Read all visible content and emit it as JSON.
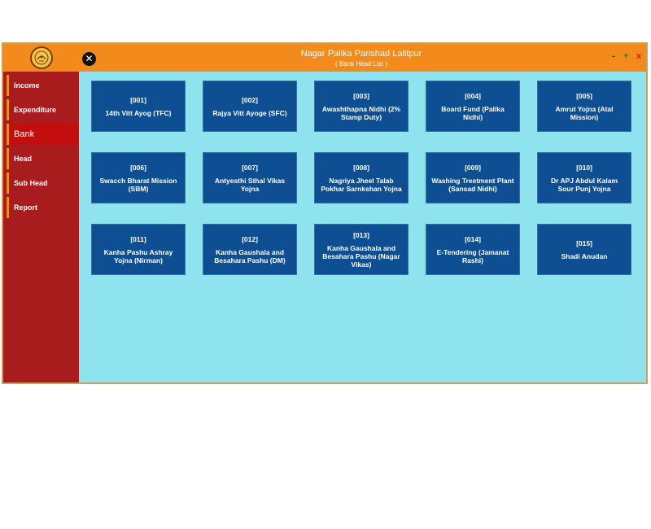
{
  "window": {
    "title": "Nagar Palika Parishad Lalitpur",
    "subtitle": "( Bank Head List )",
    "close_symbol": "✕",
    "controls": {
      "minimize": "-",
      "maximize": "+",
      "close": "x"
    },
    "logo_icon": "state-emblem-icon"
  },
  "colors": {
    "titlebar": "#f28a1c",
    "sidebar": "#a81c1e",
    "sidebar_active": "#c40e0e",
    "content_bg": "#8fe3ee",
    "card": "#0d4f92"
  },
  "sidebar": {
    "items": [
      {
        "label": "Income",
        "active": false
      },
      {
        "label": "Expenditure",
        "active": false
      },
      {
        "label": "Bank",
        "active": true
      },
      {
        "label": "Head",
        "active": false
      },
      {
        "label": "Sub Head",
        "active": false
      },
      {
        "label": "Report",
        "active": false
      }
    ]
  },
  "bank_heads": [
    {
      "code": "[001]",
      "name": "14th Vitt Ayog (TFC)"
    },
    {
      "code": "[002]",
      "name": "Rajya Vitt Ayoge (SFC)"
    },
    {
      "code": "[003]",
      "name": "Awashthapna Nidhi (2% Stamp Duty)"
    },
    {
      "code": "[004]",
      "name": "Board Fund (Palika Nidhi)"
    },
    {
      "code": "[005]",
      "name": "Amrut Yojna (Atal Mission)"
    },
    {
      "code": "[006]",
      "name": "Swacch Bharat Mission (SBM)"
    },
    {
      "code": "[007]",
      "name": "Antyesthi Sthal Vikas Yojna"
    },
    {
      "code": "[008]",
      "name": "Nagriya Jheel Talab Pokhar Sarnkshan Yojna"
    },
    {
      "code": "[009]",
      "name": "Washing Treetment Plant (Sansad Nidhi)"
    },
    {
      "code": "[010]",
      "name": "Dr APJ Abdul Kalam Sour Punj Yojna"
    },
    {
      "code": "[011]",
      "name": "Kanha Pashu Ashray Yojna (Nirman)"
    },
    {
      "code": "[012]",
      "name": "Kanha Gaushala and Besahara Pashu (DM)"
    },
    {
      "code": "[013]",
      "name": "Kanha Gaushala and Besahara Pashu (Nagar Vikas)"
    },
    {
      "code": "[014]",
      "name": "E-Tendering (Jamanat Rashi)"
    },
    {
      "code": "[015]",
      "name": "Shadi Anudan"
    }
  ]
}
